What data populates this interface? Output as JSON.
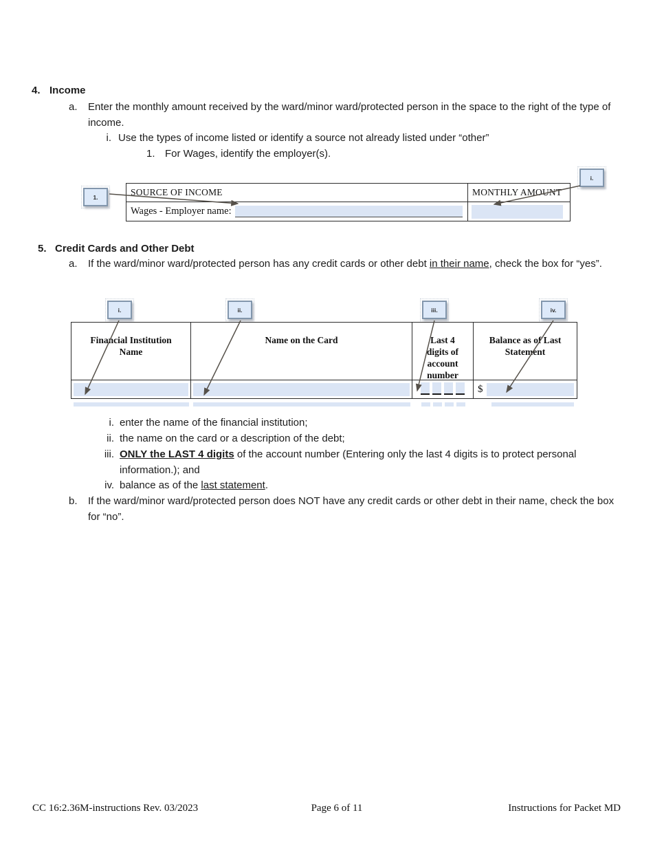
{
  "colors": {
    "field_blue": "#dbe5f5",
    "callout_fill": "#dde9f9",
    "callout_border": "#8296ac",
    "table_border": "#2b2b2b",
    "arrow": "#56514a"
  },
  "section4": {
    "number": "4.",
    "title": "Income",
    "item_a": {
      "marker": "a.",
      "text": "Enter the monthly amount received by the ward/minor ward/protected person in the space to the right of the type of income."
    },
    "item_i": {
      "marker": "i.",
      "text": "Use the types of income listed or identify a source not already listed under “other”"
    },
    "item_1": {
      "marker": "1.",
      "text": "For Wages, identify the employer(s)."
    }
  },
  "income_table": {
    "callout_left": "1.",
    "callout_right": "i.",
    "col1_header": "SOURCE OF INCOME",
    "col2_header": "MONTHLY AMOUNT",
    "row1_label": "Wages - Employer name:"
  },
  "section5": {
    "number": "5.",
    "title": "Credit Cards and Other Debt",
    "item_a": {
      "marker": "a.",
      "pre": "If the ward/minor ward/protected person has any credit cards or other debt ",
      "underline": "in their name",
      "post": ", check the box for “yes”."
    },
    "sub_i": {
      "marker": "i.",
      "text": "enter the name of the financial institution;"
    },
    "sub_ii": {
      "marker": "ii.",
      "text": "the name on the card or a description of the debt;"
    },
    "sub_iii": {
      "marker": "iii.",
      "bold_underline": "ONLY the LAST 4 digits",
      "post": " of the account number (Entering only the last 4 digits is to protect personal information.); and"
    },
    "sub_iv": {
      "marker": "iv.",
      "pre": "balance as of the ",
      "underline": "last statement",
      "post": "."
    },
    "item_b": {
      "marker": "b.",
      "text": "If the ward/minor ward/protected person does NOT have any credit cards or other debt in their name, check the box for “no”."
    }
  },
  "debt_table": {
    "callouts": [
      "i.",
      "ii.",
      "iii.",
      "iv."
    ],
    "headers": [
      "Financial Institution Name",
      "Name on the Card",
      "Last 4 digits of account number",
      "Balance as of Last Statement"
    ],
    "currency_symbol": "$"
  },
  "footer": {
    "left": "CC 16:2.36M-instructions Rev. 03/2023",
    "center": "Page 6 of 11",
    "right": "Instructions for Packet MD"
  }
}
